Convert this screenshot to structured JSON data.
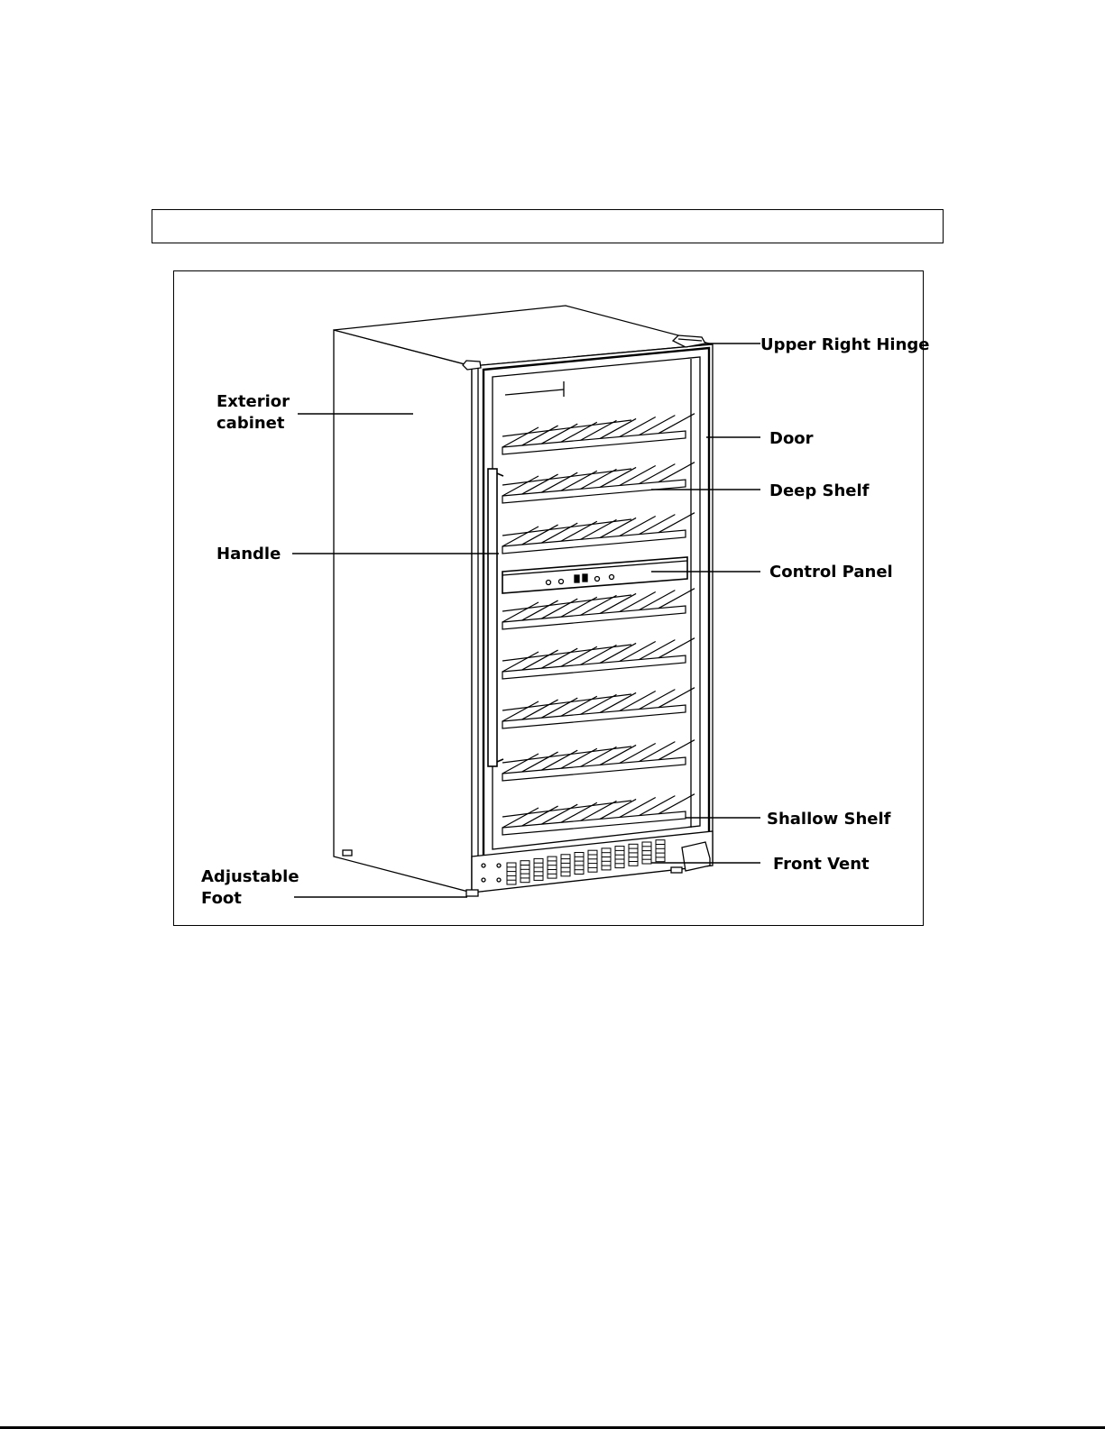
{
  "header": {
    "text": ""
  },
  "labels": {
    "upper_right_hinge": "Upper Right Hinge",
    "exterior_cabinet_line1": "Exterior",
    "exterior_cabinet_line2": "cabinet",
    "door": "Door",
    "deep_shelf": "Deep Shelf",
    "handle": "Handle",
    "control_panel": "Control Panel",
    "shallow_shelf": "Shallow Shelf",
    "front_vent": "Front Vent",
    "adjustable_foot_line1": "Adjustable",
    "adjustable_foot_line2": "Foot"
  }
}
